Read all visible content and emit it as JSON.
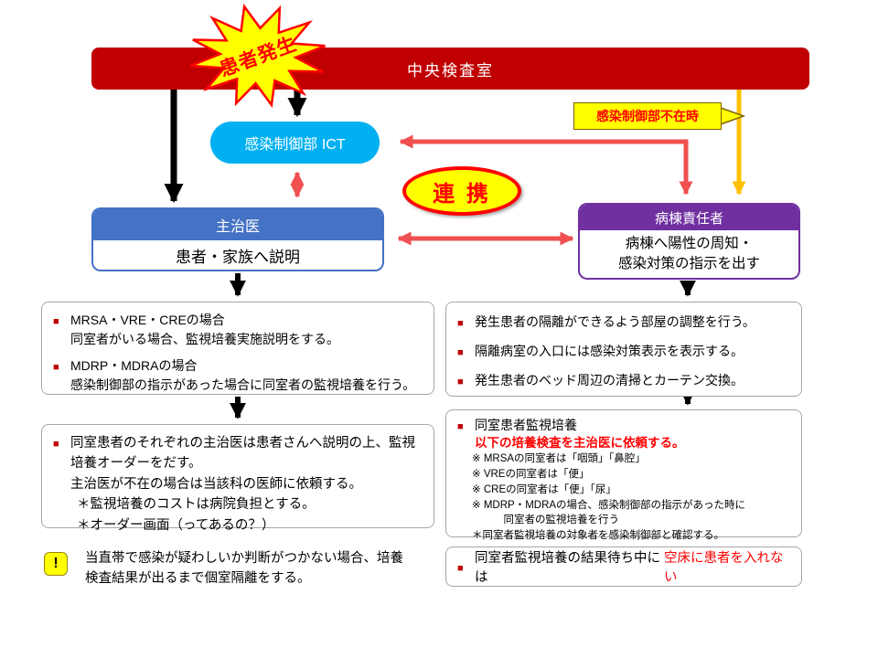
{
  "colors": {
    "banner_red": "#C00000",
    "ict_cyan": "#00B0F0",
    "doctor_blue": "#4472C4",
    "ward_purple": "#7030A0",
    "arrow_red": "#F05050",
    "arrow_orange": "#FFC000",
    "arrow_black": "#000000",
    "star_yellow": "#FFFF00",
    "star_border_red": "#FF0000",
    "bullet_red": "#C00000",
    "highlight_red": "#FF0000"
  },
  "icons": {
    "bullet": "■",
    "warning": "!"
  },
  "nodes": {
    "central_lab": {
      "label": "中央検査室"
    },
    "patient_alert": {
      "label": "患者発生"
    },
    "ict": {
      "label": "感染制御部 ICT"
    },
    "absence_callout": {
      "label": "感染制御部不在時"
    },
    "cooperation": {
      "label": "連 携"
    },
    "doctor": {
      "title": "主治医",
      "body": "患者・家族へ説明"
    },
    "ward": {
      "title": "病棟責任者",
      "body": "病棟へ陽性の周知・\n感染対策の指示を出す"
    }
  },
  "doctor_box1": {
    "items": [
      {
        "title": "MRSA・VRE・CREの場合",
        "body": "同室者がいる場合、監視培養実施説明をする。"
      },
      {
        "title": "MDRP・MDRAの場合",
        "body": "感染制御部の指示があった場合に同室者の監視培養を行う。"
      }
    ]
  },
  "ward_box1": {
    "items": [
      "発生患者の隔離ができるよう部屋の調整を行う。",
      "隔離病室の入口には感染対策表示を表示する。",
      "発生患者のベッド周辺の清掃とカーテン交換。"
    ]
  },
  "doctor_box2": {
    "lead": "同室患者のそれぞれの主治医は患者さんへ説明の上、監視培養オーダーをだす。",
    "line2": "主治医が不在の場合は当該科の医師に依頼する。",
    "line3": "＊監視培養のコストは病院負担とする。",
    "line4": "＊オーダー画面（ってあるの？）"
  },
  "ward_box2": {
    "title": "同室患者監視培養",
    "request": "以下の培養検査を主治医に依頼する。",
    "notes": [
      "※ MRSAの同室者は「咽頭」「鼻腔」",
      "※ VREの同室者は「便」",
      "※ CREの同室者は「便」「尿」",
      "※ MDRP・MDRAの場合、感染制御部の指示があった時に",
      "　　　同室者の監視培養を行う",
      "＊同室者監視培養の対象者を感染制御部と確認する。"
    ]
  },
  "wait_box": {
    "text_black": "同室者監視培養の結果待ち中には",
    "text_red": "空床に患者を入れない"
  },
  "warning": {
    "text": "当直帯で感染が疑わしいか判断がつかない場合、培養\n検査結果が出るまで個室隔離をする。"
  }
}
